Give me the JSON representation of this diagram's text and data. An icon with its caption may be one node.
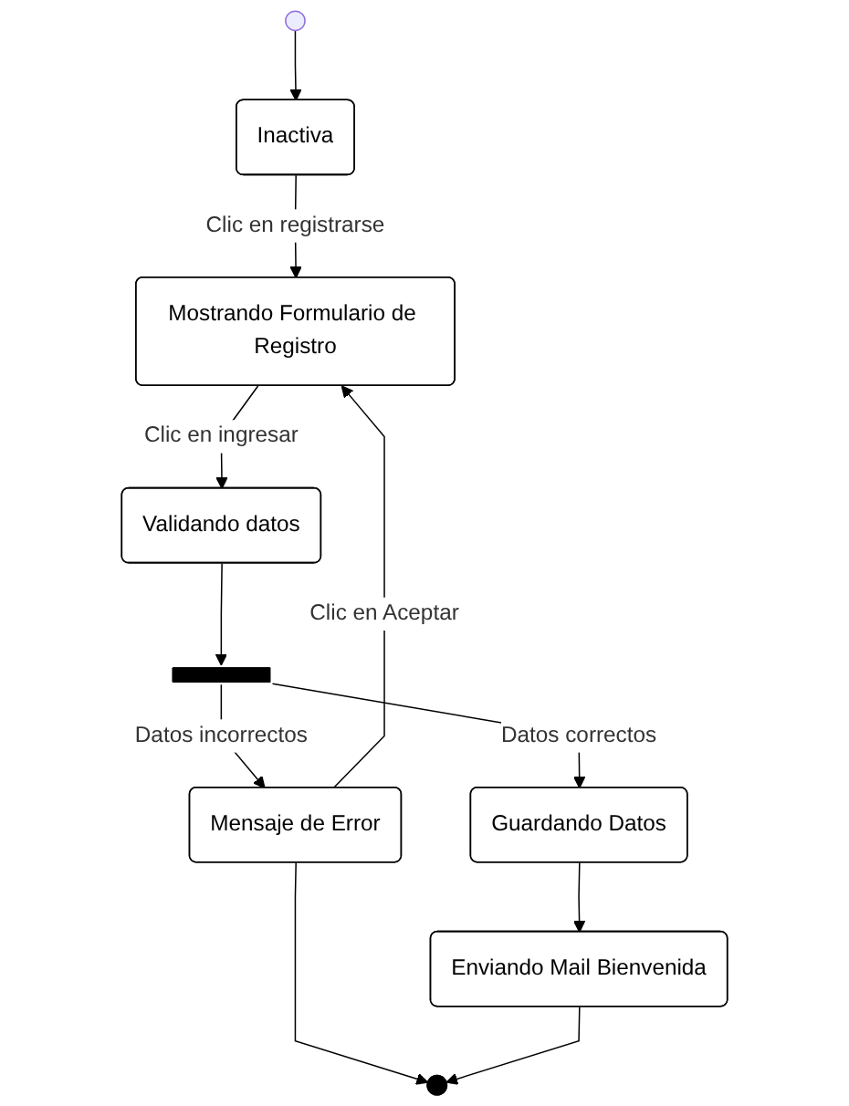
{
  "diagram": {
    "nodes": [
      {
        "text": [],
        "shape": "circle"
      },
      {
        "text": [
          "Inactiva"
        ]
      },
      {
        "text": [
          "Mostrando Formulario de Registro"
        ]
      },
      {
        "text": [
          "Validando datos"
        ]
      },
      {
        "text": [],
        "shape": "bar"
      },
      {
        "text": [
          "Mensaje de Error"
        ]
      },
      {
        "text": [
          "Guardando Datos"
        ]
      },
      {
        "text": [
          "Enviando Mail Bienvenida"
        ]
      },
      {
        "text": [],
        "shape": "circle"
      }
    ],
    "edges": [
      {
        "from": 0,
        "to": 1,
        "arrow": "to"
      },
      {
        "from": 1,
        "to": 2,
        "arrow": "to",
        "label": "Clic en registrarse"
      },
      {
        "from": 2,
        "to": 3,
        "arrow": "to",
        "label": "Clic en ingresar"
      },
      {
        "from": 3,
        "to": 4,
        "arrow": "to"
      },
      {
        "from": 4,
        "to": 5,
        "arrow": "to",
        "label": "Datos incorrectos"
      },
      {
        "from": 4,
        "to": 6,
        "arrow": "to",
        "label": "Datos correctos"
      },
      {
        "from": 5,
        "to": 2,
        "arrow": "to",
        "label": "Clic en Aceptar"
      },
      {
        "from": 5,
        "to": 8,
        "arrow": "to"
      },
      {
        "from": 6,
        "to": 7,
        "arrow": "to"
      },
      {
        "from": 7,
        "to": 8,
        "arrow": "to"
      }
    ]
  }
}
